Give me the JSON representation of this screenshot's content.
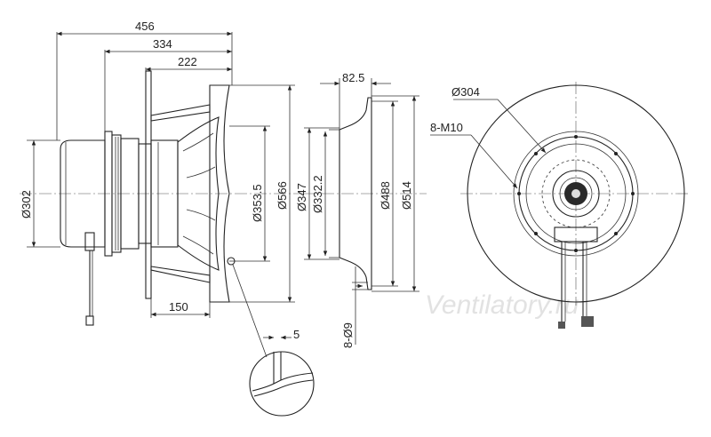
{
  "dimensions": {
    "overall_length": "456",
    "motor_to_inlet": "334",
    "impeller_length": "222",
    "flange_depth": "150",
    "plate_thickness": "5",
    "motor_diameter": "Ø302",
    "impeller_inner_diameter": "Ø353.5",
    "impeller_outer_diameter": "Ø566",
    "inlet_depth": "82.5",
    "inlet_diameter_347": "Ø347",
    "inlet_diameter_332": "Ø332.2",
    "inlet_diameter_488": "Ø488",
    "inlet_diameter_514": "Ø514",
    "inlet_holes": "8-Ø9",
    "bolt_circle": "Ø304",
    "mount_threads": "8-M10"
  },
  "watermark": "Ventilatory.ru"
}
